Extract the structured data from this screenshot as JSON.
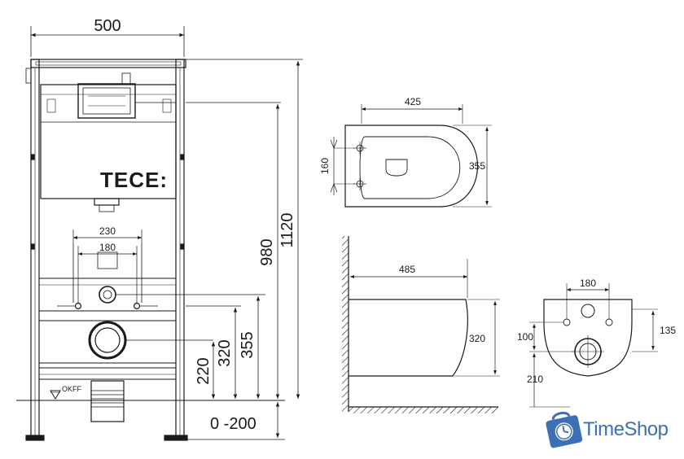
{
  "frame": {
    "width_label": "500",
    "total_height_label": "1120",
    "upper_height_label": "980",
    "flush_height_label": "355",
    "mid_height_label": "320",
    "outlet_height_label": "220",
    "adjust_range_label": "0 -200",
    "bracket_width_label": "230",
    "bolt_spacing_label": "180",
    "floor_label": "OKFF",
    "brand_plate": "TECE:"
  },
  "bowl_top": {
    "width_label": "425",
    "depth_label": "355",
    "hole_spacing_label": "160"
  },
  "bowl_side": {
    "length_label": "485",
    "height_label": "320"
  },
  "bowl_back": {
    "bolt_spacing_label": "180",
    "center_offset_label": "100",
    "height_label": "135",
    "outlet_label": "210"
  },
  "watermark": {
    "brand": "TimeShop",
    "icon": "clock-bag-icon",
    "color": "#3d6fb4"
  }
}
